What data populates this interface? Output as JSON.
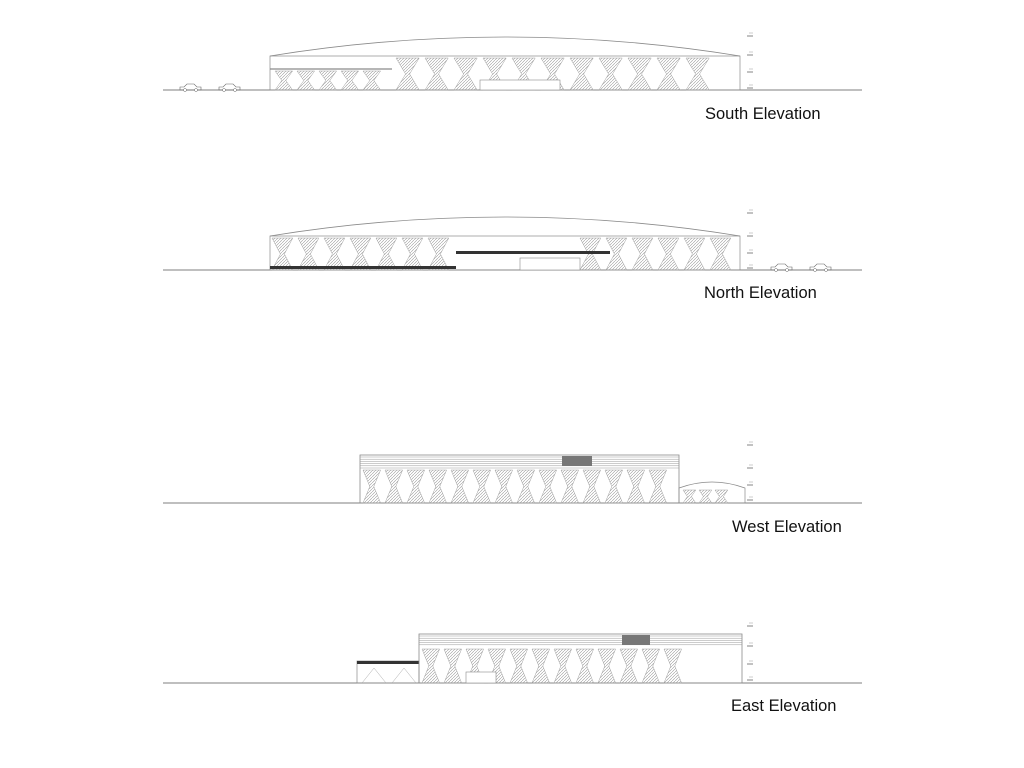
{
  "elevations": [
    {
      "id": "south",
      "title": "South Elevation"
    },
    {
      "id": "north",
      "title": "North Elevation"
    },
    {
      "id": "west",
      "title": "West Elevation"
    },
    {
      "id": "east",
      "title": "East Elevation"
    }
  ],
  "colors": {
    "line": "#8a8a8a",
    "ground": "#555555",
    "hatch": "#b5b5b5",
    "dark_band": "#333333",
    "text": "#111111"
  }
}
